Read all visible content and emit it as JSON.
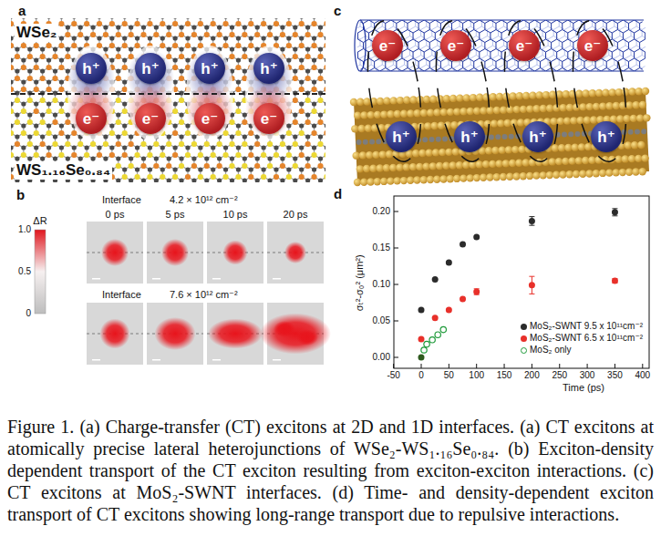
{
  "diagram": {
    "caption": "Figure 1. (a) Charge-transfer (CT) excitons at 2D and 1D interfaces. (a) CT excitons at atomically precise lateral heterojunctions of WSe₂-WS₁.₁₆Se₀.₈₄. (b) Exciton-density dependent transport of the CT exciton resulting from exciton-exciton interactions. (c) CT excitons at MoS₂-SWNT interfaces. (d) Time- and density-dependent exciton transport of CT excitons showing long-range transport due to repulsive interactions.",
    "nodes": [
      {
        "text": [
          "h⁺"
        ]
      },
      {
        "text": [
          "h⁺"
        ]
      },
      {
        "text": [
          "h⁺"
        ]
      },
      {
        "text": [
          "h⁺"
        ]
      },
      {
        "text": [
          "e⁻"
        ]
      },
      {
        "text": [
          "e⁻"
        ]
      },
      {
        "text": [
          "e⁻"
        ]
      },
      {
        "text": [
          "e⁻"
        ]
      },
      {
        "text": [
          "e⁻"
        ]
      },
      {
        "text": [
          "e⁻"
        ]
      },
      {
        "text": [
          "e⁻"
        ]
      },
      {
        "text": [
          "e⁻"
        ]
      },
      {
        "text": [
          "h⁺"
        ]
      },
      {
        "text": [
          "h⁺"
        ]
      },
      {
        "text": [
          "h⁺"
        ]
      },
      {
        "text": [
          "h⁺"
        ]
      }
    ],
    "labels": [
      "a",
      "WSe₂",
      "WS₁.₁₆Se₀.₈₄",
      "c",
      "b",
      "Interface",
      "4.2 × 10¹² cm⁻²",
      "0 ps",
      "5 ps",
      "10 ps",
      "20 ps",
      "ΔR",
      "1.0",
      "0.5",
      "0",
      "Interface",
      "7.6 × 10¹² cm⁻²",
      "d",
      "σₜ²-σ₀² (μm²)",
      "0.00",
      "0.05",
      "0.10",
      "0.15",
      "0.20",
      "-50",
      "0",
      "50",
      "100",
      "150",
      "200",
      "250",
      "300",
      "350",
      "400",
      "Time (ps)"
    ],
    "legend": [
      {
        "text": "MoS₂-SWNT 9.5 x 10¹¹cm⁻²",
        "color": "#2b2b2b"
      },
      {
        "text": "MoS₂-SWNT 6.5 x 10¹¹cm⁻²",
        "color": "#e8302a"
      },
      {
        "text": "MoS₂ only",
        "color": "#1f9a3a"
      }
    ]
  }
}
